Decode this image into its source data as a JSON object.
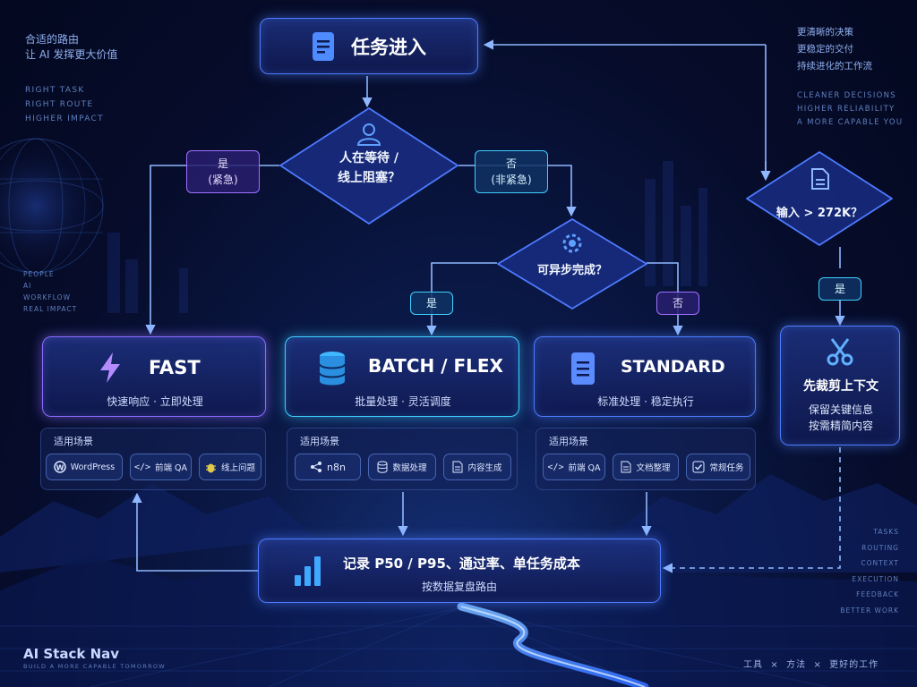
{
  "corner_tl": {
    "cn": [
      "合适的路由",
      "让 AI 发挥更大价值"
    ],
    "en": [
      "RIGHT TASK",
      "RIGHT ROUTE",
      "HIGHER IMPACT"
    ]
  },
  "corner_tr": {
    "cn": [
      "更清晰的决策",
      "更稳定的交付",
      "持续进化的工作流"
    ],
    "en": [
      "CLEANER DECISIONS",
      "HIGHER RELIABILITY",
      "A MORE CAPABLE YOU"
    ]
  },
  "left_words": [
    "PEOPLE",
    "AI",
    "WORKFLOW",
    "REAL IMPACT"
  ],
  "right_words": [
    "TASKS",
    "ROUTING",
    "CONTEXT",
    "EXECUTION",
    "FEEDBACK",
    "BETTER WORK"
  ],
  "brand": {
    "name": "AI Stack Nav",
    "tagline": "BUILD A MORE CAPABLE TOMORROW"
  },
  "footer_right": "工具  ×  方法  ×  更好的工作",
  "entry": {
    "title": "任务进入"
  },
  "diamond1": {
    "line1": "人在等待 /",
    "line2": "线上阻塞？"
  },
  "yes_urgent": {
    "l1": "是",
    "l2": "(紧急)"
  },
  "no_nonurgent": {
    "l1": "否",
    "l2": "(非紧急)"
  },
  "diamond2": {
    "text": "可异步完成？"
  },
  "yes2": "是",
  "no2": "否",
  "diamond3": {
    "text": "输入 > 272K？"
  },
  "yes3": "是",
  "fast": {
    "title": "FAST",
    "sub": "快速响应 · 立即处理",
    "scenes_label": "适用场景",
    "chips": [
      "WordPress",
      "前端 QA",
      "线上问题"
    ]
  },
  "batch": {
    "title": "BATCH / FLEX",
    "sub": "批量处理 · 灵活调度",
    "scenes_label": "适用场景",
    "chips": [
      "n8n",
      "数据处理",
      "内容生成"
    ]
  },
  "standard": {
    "title": "STANDARD",
    "sub": "标准处理 · 稳定执行",
    "scenes_label": "适用场景",
    "chips": [
      "前端 QA",
      "文档整理",
      "常规任务"
    ]
  },
  "trim": {
    "title": "先裁剪上下文",
    "l1": "保留关键信息",
    "l2": "按需精简内容"
  },
  "record": {
    "title": "记录 P50 / P95、通过率、单任务成本",
    "sub": "按数据复盘路由"
  },
  "colors": {
    "blue": "#4d7bff",
    "purple": "#8a6bff",
    "cyan": "#3fd0ff",
    "arrow": "#8fb8ff"
  }
}
